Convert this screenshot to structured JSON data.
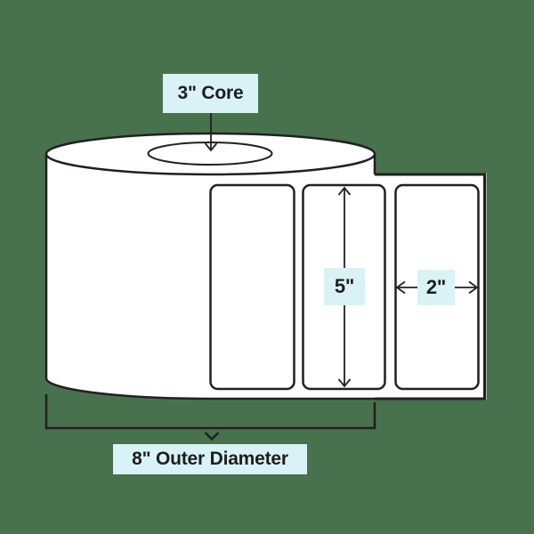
{
  "diagram_type": "label-roll-dimension-diagram",
  "colors": {
    "background": "#48714e",
    "line": "#231f20",
    "shape_fill": "#ffffff",
    "highlight": "#d9f2f5",
    "text": "#1d1d1f"
  },
  "annotations": {
    "core": {
      "text": "3\" Core",
      "value_inches": 3
    },
    "label_height": {
      "text": "5\"",
      "value_inches": 5
    },
    "label_width": {
      "text": "2\"",
      "value_inches": 2
    },
    "outer_diameter": {
      "text": "8\" Outer Diameter",
      "value_inches": 8
    }
  },
  "shapes": {
    "roll": "cylinder roll of labels with hollow core, three blank labels on liner strip unwinding to the right",
    "labels_count": 3
  }
}
